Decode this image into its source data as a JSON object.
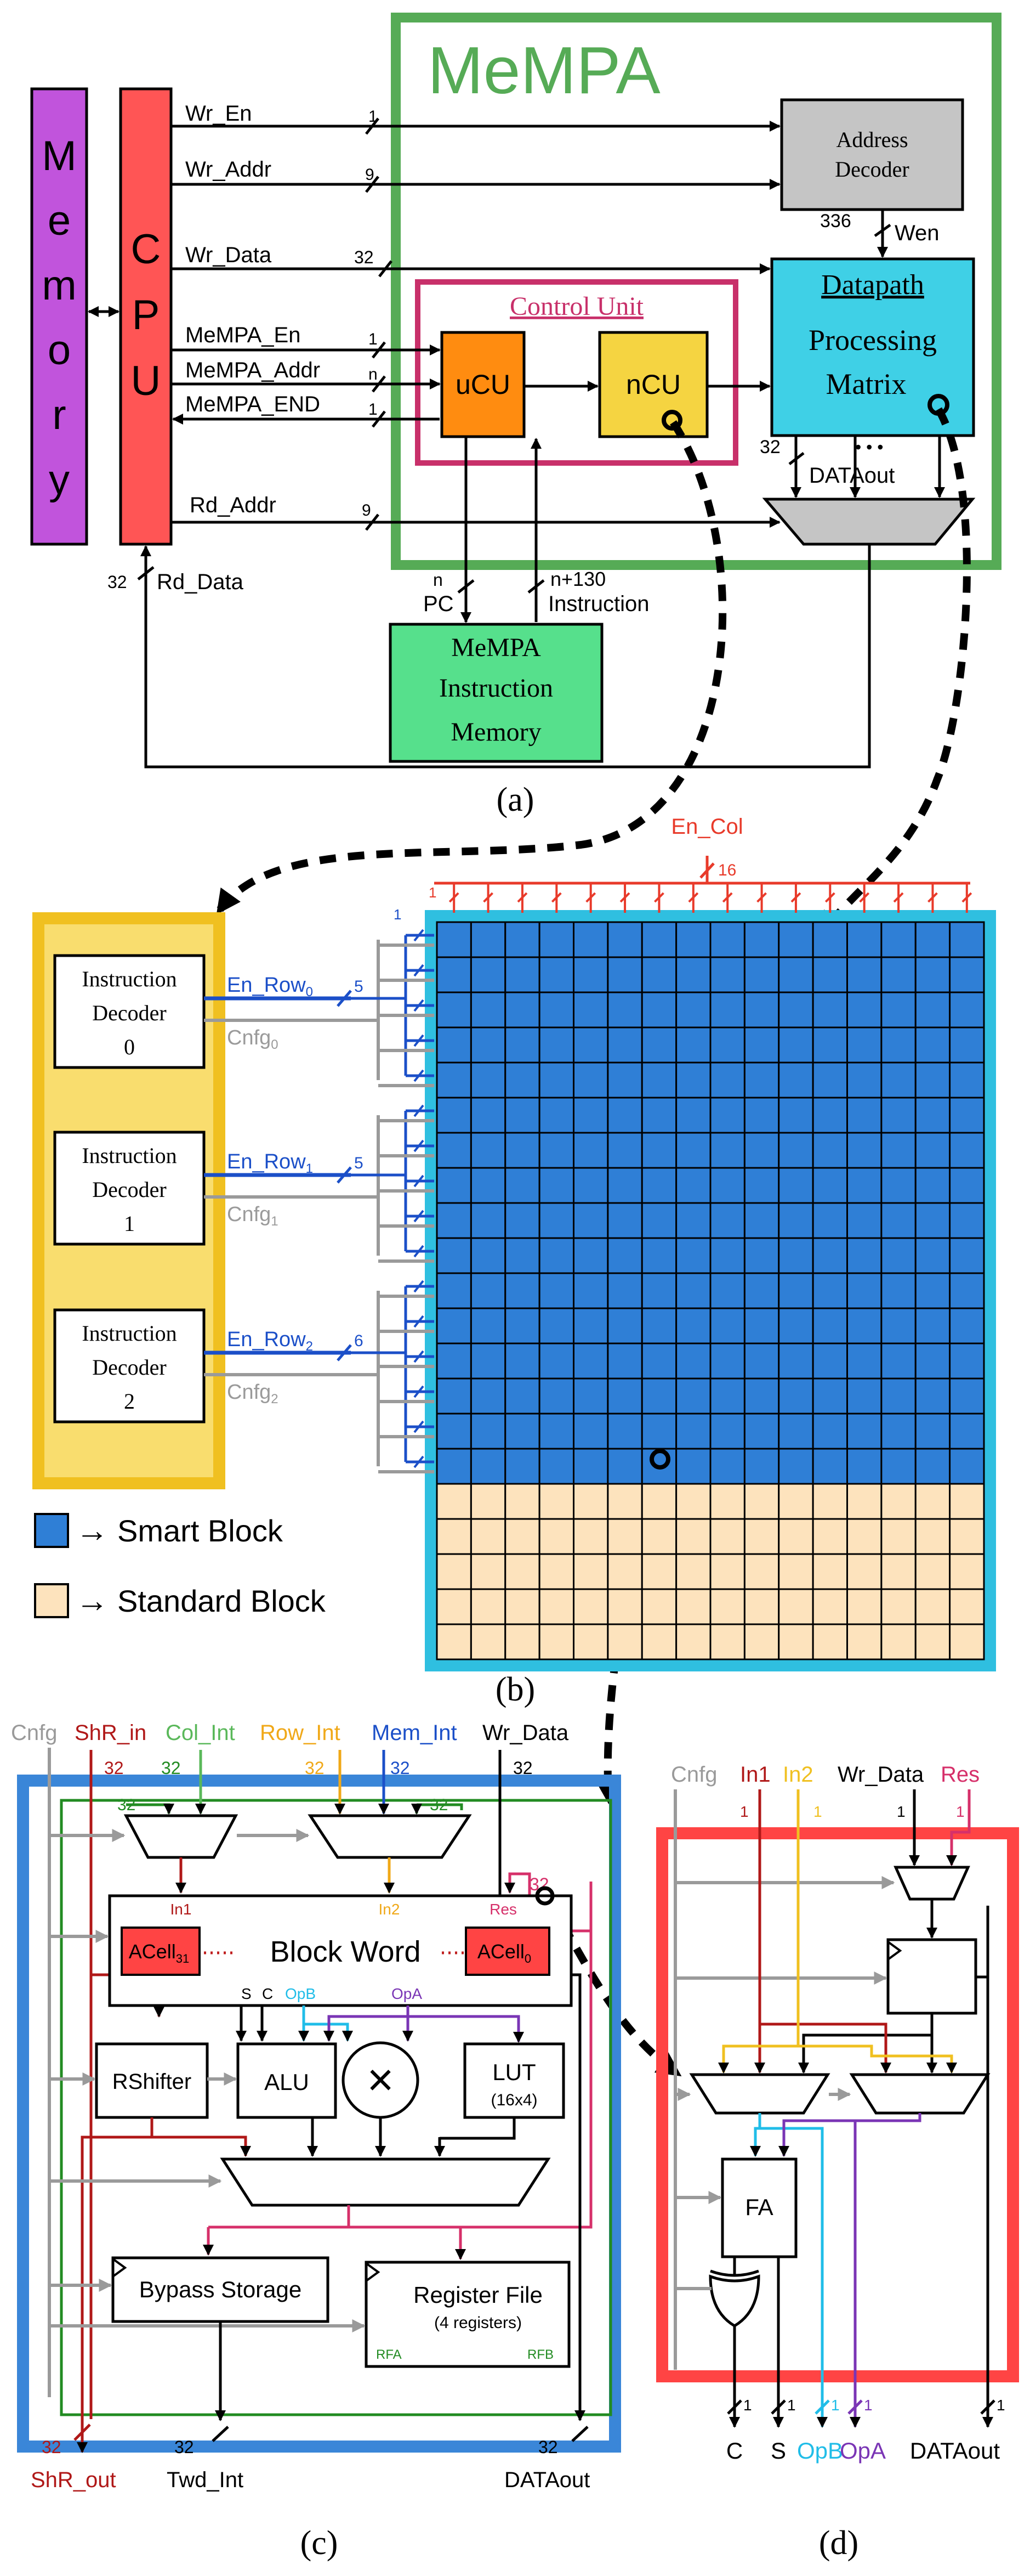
{
  "colors": {
    "memory": "#c154dc",
    "cpu": "#ff5555",
    "mempa_frame": "#56ab56",
    "control_frame": "#c8306a",
    "ucu": "#ff8c10",
    "ncu": "#f5d441",
    "datapath": "#3fd0e6",
    "decoder": "#c5c5c5",
    "instr_mem": "#56e08c",
    "decoder_frame": "#f0c020",
    "smart": "#2f7fd6",
    "standard": "#fde3bd",
    "matrix_frame": "#2fbfe0",
    "c_frame": "#3a86d8",
    "d_frame": "#ff4444",
    "red_wire": "#c02020",
    "green_wire": "#228b22",
    "yellow_wire": "#f0a818",
    "blue_wire": "#1b4fc8",
    "cyan_wire": "#20bde8",
    "purple_wire": "#7a35b5",
    "pink_wire": "#d6306a",
    "gray_wire": "#9a9a9a",
    "lightgreen_wire": "#62c462"
  },
  "panel_a": {
    "title": "MeMPA",
    "memory": [
      "M",
      "e",
      "m",
      "o",
      "r",
      "y"
    ],
    "cpu": [
      "C",
      "P",
      "U"
    ],
    "signals": {
      "wr_en": "Wr_En",
      "wr_addr": "Wr_Addr",
      "wr_data": "Wr_Data",
      "mempa_en": "MeMPA_En",
      "mempa_addr": "MeMPA_Addr",
      "mempa_end": "MeMPA_END",
      "rd_addr": "Rd_Addr",
      "rd_data": "Rd_Data",
      "wen": "Wen",
      "dataout": "DATAout",
      "pc": "PC",
      "instruction": "Instruction"
    },
    "widths": {
      "wr_en": "1",
      "wr_addr": "9",
      "wr_data": "32",
      "mempa_en": "1",
      "mempa_addr": "n",
      "mempa_end": "1",
      "rd_addr": "9",
      "rd_data": "32",
      "wen": "336",
      "dataout": "32",
      "pc": "n",
      "instruction": "n+130"
    },
    "address_decoder": [
      "Address",
      "Decoder"
    ],
    "control_unit": "Control Unit",
    "ucu": "uCU",
    "ncu": "nCU",
    "datapath_title": "Datapath",
    "datapath_body": [
      "Processing",
      "Matrix"
    ],
    "dots": "• • •",
    "instr_mem": [
      "MeMPA",
      "Instruction",
      "Memory"
    ],
    "caption": "(a)"
  },
  "panel_b": {
    "en_col": "En_Col",
    "en_col_width": "16",
    "one": "1",
    "decoders": [
      {
        "line1": "Instruction",
        "line2": "Decoder",
        "line3": "0",
        "en_row": "En_Row",
        "sub": "0",
        "width": "5",
        "cnfg": "Cnfg",
        "csub": "0"
      },
      {
        "line1": "Instruction",
        "line2": "Decoder",
        "line3": "1",
        "en_row": "En_Row",
        "sub": "1",
        "width": "5",
        "cnfg": "Cnfg",
        "csub": "1"
      },
      {
        "line1": "Instruction",
        "line2": "Decoder",
        "line3": "2",
        "en_row": "En_Row",
        "sub": "2",
        "width": "6",
        "cnfg": "Cnfg",
        "csub": "2"
      }
    ],
    "grid_cols": 16,
    "smart_rows": 16,
    "standard_rows": 5,
    "legend": [
      {
        "label": "Smart Block",
        "arrow": "→"
      },
      {
        "label": "Standard Block",
        "arrow": "→"
      }
    ],
    "caption": "(b)"
  },
  "panel_c": {
    "inputs": {
      "cnfg": "Cnfg",
      "shr_in": "ShR_in",
      "col_int": "Col_Int",
      "row_int": "Row_Int",
      "mem_int": "Mem_Int",
      "wr_data": "Wr_Data"
    },
    "input_widths": {
      "shr_in": "32",
      "col_int": "32",
      "row_int": "32",
      "mem_int": "32",
      "wr_data": "32"
    },
    "inner_widths": {
      "left_mux": "32",
      "right_mux": "32",
      "res": "32"
    },
    "block_word": "Block Word",
    "acell_left": "ACell",
    "acell_left_sub": "31",
    "acell_right": "ACell",
    "acell_right_sub": "0",
    "in1": "In1",
    "in2": "In2",
    "res": "Res",
    "s": "S",
    "c": "C",
    "opb": "OpB",
    "opa": "OpA",
    "rshifter": "RShifter",
    "alu": "ALU",
    "multiply": "×",
    "lut": "LUT",
    "lut_size": "(16x4)",
    "bypass": "Bypass Storage",
    "regfile": "Register File",
    "regfile_sub": "(4 registers)",
    "rfa": "RFA",
    "rfb": "RFB",
    "outputs": {
      "shr_out": "ShR_out",
      "twd_int": "Twd_Int",
      "dataout": "DATAout"
    },
    "output_widths": {
      "shr_out": "32",
      "twd_int": "32",
      "dataout": "32"
    },
    "caption": "(c)"
  },
  "panel_d": {
    "inputs": {
      "cnfg": "Cnfg",
      "in1": "In1",
      "in2": "In2",
      "wr_data": "Wr_Data",
      "res": "Res"
    },
    "input_widths": {
      "in1": "1",
      "in2": "1",
      "wr_data": "1",
      "res": "1"
    },
    "fa": "FA",
    "outputs": {
      "c": "C",
      "s": "S",
      "opb": "OpB",
      "opa": "OpA",
      "dataout": "DATAout"
    },
    "output_widths": {
      "c": "1",
      "s": "1",
      "opb": "1",
      "opa": "1",
      "dataout": "1"
    },
    "caption": "(d)"
  }
}
